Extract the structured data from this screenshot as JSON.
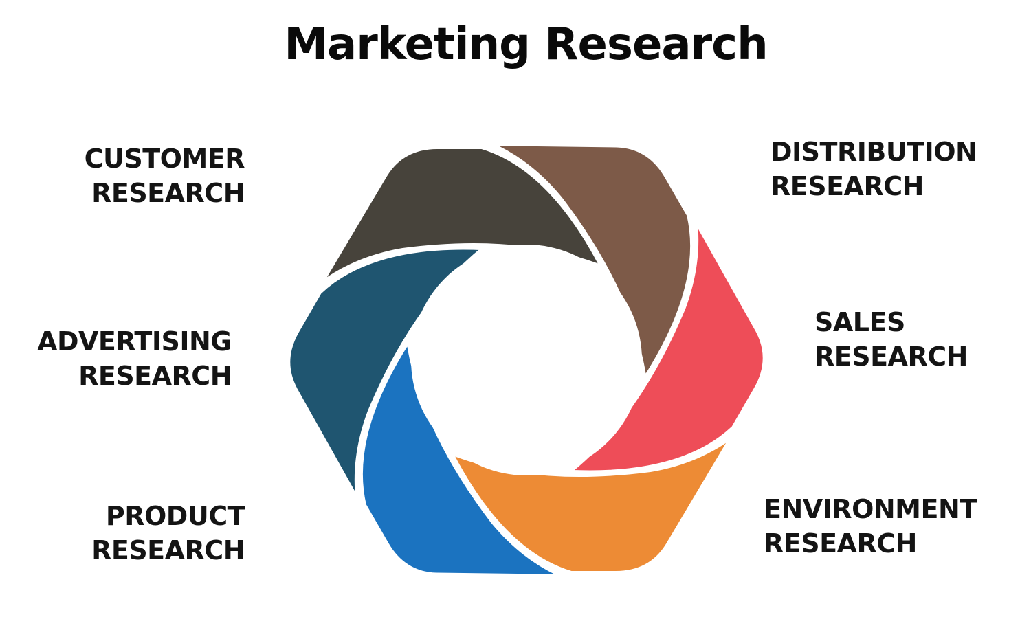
{
  "title": "Marketing Research",
  "segments": [
    {
      "line1": "CUSTOMER",
      "line2": "RESEARCH",
      "color": "#47433b"
    },
    {
      "line1": "DISTRIBUTION",
      "line2": "RESEARCH",
      "color": "#7d5a48"
    },
    {
      "line1": "SALES",
      "line2": "RESEARCH",
      "color": "#ee4d58"
    },
    {
      "line1": "ENVIRONMENT",
      "line2": "RESEARCH",
      "color": "#ed8b35"
    },
    {
      "line1": "PRODUCT",
      "line2": "RESEARCH",
      "color": "#1b73c0"
    },
    {
      "line1": "ADVERTISING",
      "line2": "RESEARCH",
      "color": "#1f5570"
    }
  ]
}
